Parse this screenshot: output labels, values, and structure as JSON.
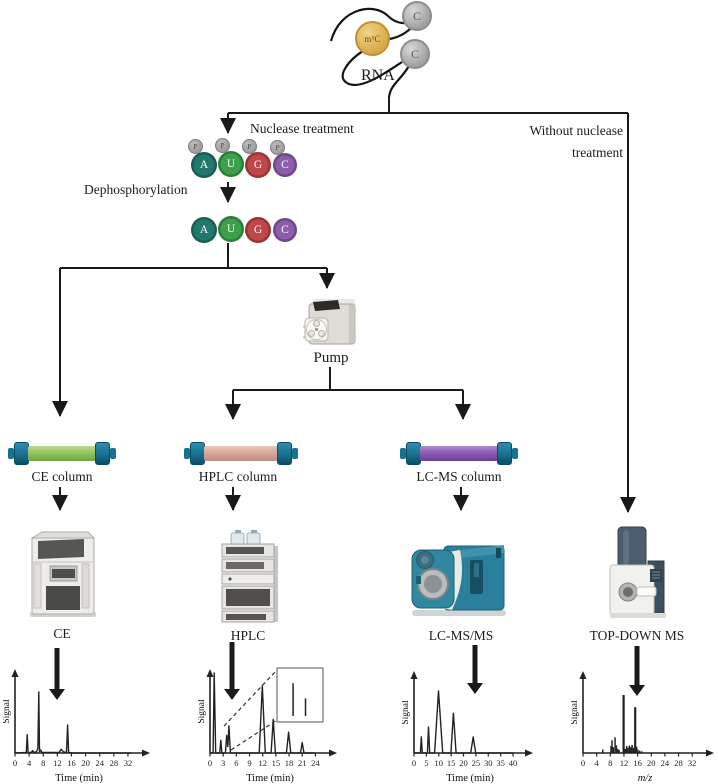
{
  "rna": {
    "label": "RNA",
    "beads": [
      {
        "label": "C",
        "type": "gray"
      },
      {
        "label": "m⁵C",
        "type": "gold"
      },
      {
        "label": "C",
        "type": "gray"
      }
    ]
  },
  "labels": {
    "nuclease": "Nuclease treatment",
    "without_nuclease": "Without nuclease treatment",
    "dephosphorylation": "Dephosphorylation",
    "pump": "Pump"
  },
  "nucleotides": {
    "phosphate": "P",
    "row1": [
      {
        "base": "A",
        "color": "#20796c"
      },
      {
        "base": "U",
        "color": "#3da04b"
      },
      {
        "base": "G",
        "color": "#c04747"
      },
      {
        "base": "C",
        "color": "#8f5dae"
      }
    ],
    "row2": [
      {
        "base": "A",
        "color": "#20796c"
      },
      {
        "base": "U",
        "color": "#3da04b"
      },
      {
        "base": "G",
        "color": "#c04747"
      },
      {
        "base": "C",
        "color": "#8f5dae"
      }
    ]
  },
  "column_cap_color": "#19708f",
  "columns": [
    {
      "label": "CE column",
      "body": [
        "#bcd98c",
        "#93c464",
        "#6da63e"
      ]
    },
    {
      "label": "HPLC column",
      "body": [
        "#e9c6bc",
        "#d8a89b",
        "#c18d80"
      ]
    },
    {
      "label": "LC-MS column",
      "body": [
        "#b28cd2",
        "#8d5db4",
        "#6f3f96"
      ]
    }
  ],
  "instruments": [
    {
      "label": "CE"
    },
    {
      "label": "HPLC"
    },
    {
      "label": "LC-MS/MS"
    },
    {
      "label": "TOP-DOWN MS"
    }
  ],
  "chart_data": [
    {
      "id": "ce",
      "type": "line",
      "title": "",
      "xlabel": "Time (min)",
      "ylabel": "Signal",
      "xlim": [
        0,
        34
      ],
      "ylim": [
        0,
        100
      ],
      "grid": false,
      "xticks": [
        0,
        4,
        8,
        12,
        16,
        20,
        24,
        28,
        32
      ],
      "points": [
        [
          0,
          0
        ],
        [
          3.2,
          1
        ],
        [
          3.45,
          30
        ],
        [
          3.7,
          1
        ],
        [
          4.6,
          1
        ],
        [
          5,
          4
        ],
        [
          5.3,
          1
        ],
        [
          6.1,
          2
        ],
        [
          6.5,
          8
        ],
        [
          6.75,
          100
        ],
        [
          6.95,
          2
        ],
        [
          7.3,
          5
        ],
        [
          7.6,
          1
        ],
        [
          12.5,
          1
        ],
        [
          13.1,
          6
        ],
        [
          13.7,
          2
        ],
        [
          14.6,
          1
        ],
        [
          14.9,
          46
        ],
        [
          15.2,
          1
        ],
        [
          16.5,
          0
        ],
        [
          33,
          0
        ]
      ]
    },
    {
      "id": "hplc",
      "type": "line",
      "title": "",
      "xlabel": "Time (min)",
      "ylabel": "Signal",
      "xlim": [
        0,
        25.5
      ],
      "ylim": [
        0,
        100
      ],
      "grid": false,
      "xticks": [
        0,
        3,
        6,
        9,
        12,
        15,
        18,
        21,
        24
      ],
      "points": [
        [
          0,
          0
        ],
        [
          0.7,
          0
        ],
        [
          0.95,
          100
        ],
        [
          1.3,
          0
        ],
        [
          2.2,
          0
        ],
        [
          2.45,
          16
        ],
        [
          2.7,
          0
        ],
        [
          3.5,
          0
        ],
        [
          3.8,
          22
        ],
        [
          4.05,
          8
        ],
        [
          4.3,
          34
        ],
        [
          4.65,
          0
        ],
        [
          11.2,
          0
        ],
        [
          11.9,
          84
        ],
        [
          12.6,
          0
        ],
        [
          13.9,
          0
        ],
        [
          14.4,
          42
        ],
        [
          14.9,
          0
        ],
        [
          17.4,
          0
        ],
        [
          17.9,
          26
        ],
        [
          18.4,
          0
        ],
        [
          20.6,
          0
        ],
        [
          21,
          13
        ],
        [
          21.4,
          0
        ],
        [
          24,
          0
        ]
      ],
      "inset": {
        "peaks": [
          {
            "x": 0.35,
            "h": 0.78
          },
          {
            "x": 0.62,
            "h": 0.42
          }
        ]
      }
    },
    {
      "id": "lcms",
      "type": "line",
      "title": "",
      "xlabel": "Time (min)",
      "ylabel": "Signal",
      "xlim": [
        0,
        42
      ],
      "ylim": [
        0,
        100
      ],
      "grid": false,
      "xticks": [
        0,
        5,
        10,
        15,
        20,
        25,
        30,
        35,
        40
      ],
      "points": [
        [
          0,
          0
        ],
        [
          2.6,
          0
        ],
        [
          2.95,
          26
        ],
        [
          3.35,
          0
        ],
        [
          5.4,
          0
        ],
        [
          5.85,
          42
        ],
        [
          6.35,
          0
        ],
        [
          8.3,
          0
        ],
        [
          9.9,
          100
        ],
        [
          11.6,
          0
        ],
        [
          14.9,
          0
        ],
        [
          15.9,
          64
        ],
        [
          17,
          0
        ],
        [
          22.9,
          0
        ],
        [
          23.9,
          26
        ],
        [
          24.9,
          0
        ],
        [
          40,
          0
        ]
      ]
    },
    {
      "id": "topdown",
      "type": "stick",
      "title": "",
      "xlabel": "m/z",
      "xlabel_italic": true,
      "ylabel": "Signal",
      "xlim": [
        0,
        34
      ],
      "ylim": [
        0,
        100
      ],
      "grid": false,
      "xticks": [
        0,
        4,
        8,
        12,
        16,
        20,
        24,
        28,
        32
      ],
      "sticks": [
        [
          5.8,
          6
        ],
        [
          8.2,
          12
        ],
        [
          8.5,
          22
        ],
        [
          8.9,
          10
        ],
        [
          9.4,
          27
        ],
        [
          9.8,
          13
        ],
        [
          10.2,
          7
        ],
        [
          10.6,
          5
        ],
        [
          11.9,
          100,
          2.2
        ],
        [
          12.4,
          7
        ],
        [
          12.8,
          12
        ],
        [
          13.2,
          9
        ],
        [
          13.6,
          13
        ],
        [
          14,
          10
        ],
        [
          14.4,
          14
        ],
        [
          14.8,
          9
        ],
        [
          15.3,
          79,
          2.2
        ],
        [
          15.7,
          11
        ],
        [
          16.1,
          6
        ],
        [
          16.6,
          4
        ],
        [
          17.2,
          3
        ]
      ]
    }
  ]
}
